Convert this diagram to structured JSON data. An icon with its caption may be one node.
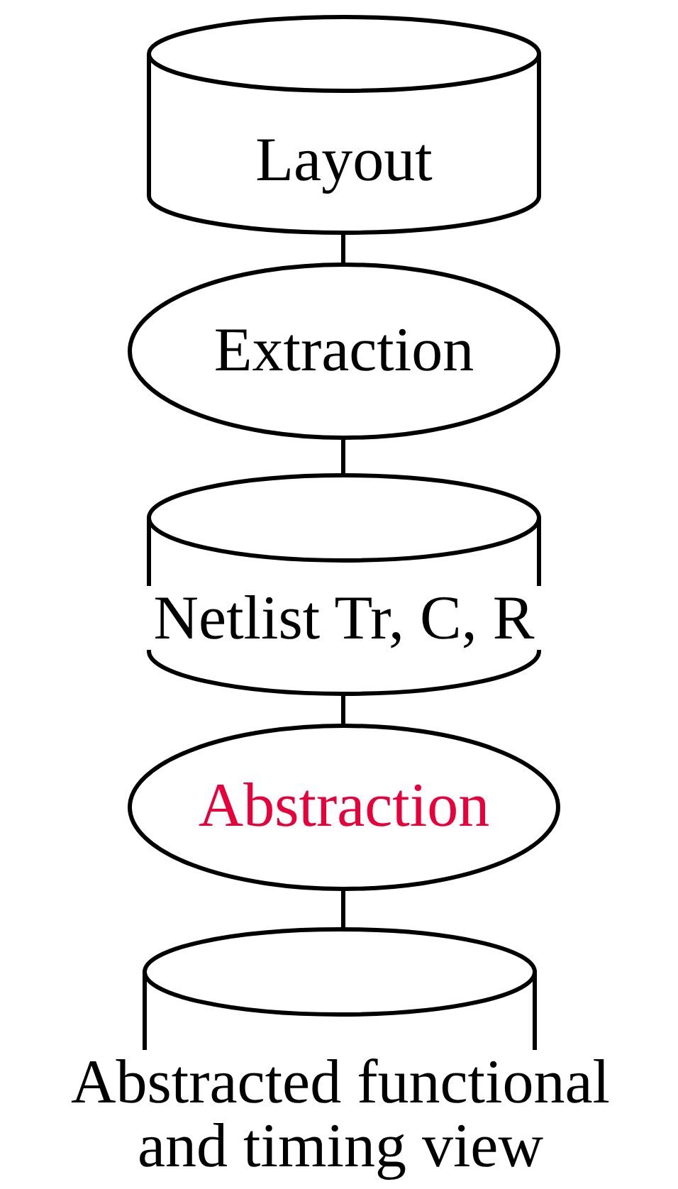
{
  "diagram": {
    "nodes": [
      {
        "text": [
          "Layout"
        ]
      },
      {
        "text": [
          "Extraction"
        ]
      },
      {
        "text": [
          "Netlist Tr, C, R"
        ]
      },
      {
        "text": [
          "Abstraction"
        ]
      },
      {
        "text": [
          "Abstracted functional and timing view"
        ]
      }
    ],
    "edges": [
      {
        "from": 0,
        "to": 1,
        "arrow": "none"
      },
      {
        "from": 1,
        "to": 2,
        "arrow": "none"
      },
      {
        "from": 2,
        "to": 3,
        "arrow": "none"
      },
      {
        "from": 3,
        "to": 4,
        "arrow": "none"
      }
    ]
  }
}
